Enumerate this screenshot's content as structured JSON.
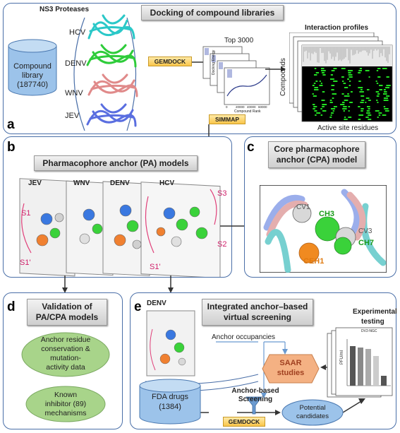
{
  "panel_a": {
    "label": "a",
    "title": "Docking of compound libraries",
    "proteases_title": "NS3 Proteases",
    "viruses": [
      "HCV",
      "DENV",
      "WNV",
      "JEV"
    ],
    "library_line1": "Compound",
    "library_line2": "library",
    "library_line3": "(187740)",
    "gemdock": "GEMDOCK",
    "top_label": "Top 3000",
    "plot_ylabel": "Docking Energy",
    "plot_xlabel": "Compound Rank",
    "plot_ticks": [
      "0",
      "20000",
      "40000",
      "60000"
    ],
    "simmap": "SIMMAP",
    "interaction_title": "Interaction profiles",
    "compounds_label": "Compounds",
    "active_site_label": "Active site residues"
  },
  "panel_b": {
    "label": "b",
    "title": "Pharmacophore anchor (PA) models",
    "models": [
      "JEV",
      "WNV",
      "DENV",
      "HCV"
    ],
    "pocket_labels": [
      "S1",
      "S1'",
      "S3",
      "S2",
      "S1'"
    ]
  },
  "panel_c": {
    "label": "c",
    "title_line1": "Core pharmacophore",
    "title_line2": "anchor (CPA) model",
    "anchors": [
      "CV1",
      "CH3",
      "CV3",
      "CH7",
      "CEH1"
    ]
  },
  "panel_d": {
    "label": "d",
    "title_line1": "Validation of",
    "title_line2": "PA/CPA models",
    "item1_lines": [
      "Anchor residue",
      "conservation &",
      "mutation-",
      "activity data"
    ],
    "item2_lines": [
      "Known",
      "inhibitor (89)",
      "mechanisms"
    ]
  },
  "panel_e": {
    "label": "e",
    "title_line1": "Integrated anchor–based",
    "title_line2": "virtual screening",
    "denv_label": "DENV",
    "anchor_occupancies": "Anchor occupancies",
    "saar_line1": "SAAR",
    "saar_line2": "studies",
    "fda_line1": "FDA drugs",
    "fda_line2": "(1384)",
    "screening_line1": "Anchor-based",
    "screening_line2": "Screening",
    "gemdock": "GEMDOCK",
    "potential_line1": "Potential",
    "potential_line2": "candidates",
    "experimental_line1": "Experimental",
    "experimental_line2": "testing",
    "assay_title": "DV2-NGC",
    "assay_ylabel": "PFU/ml"
  },
  "colors": {
    "panel_border": "#4a6fa8",
    "cylinder": "#9cc3ea",
    "oval_green": "#a8d48a",
    "gemdock": "#f9c54a",
    "saar": "#f4b183",
    "heatmap_green": "#22dd22",
    "arrow": "#333333"
  }
}
